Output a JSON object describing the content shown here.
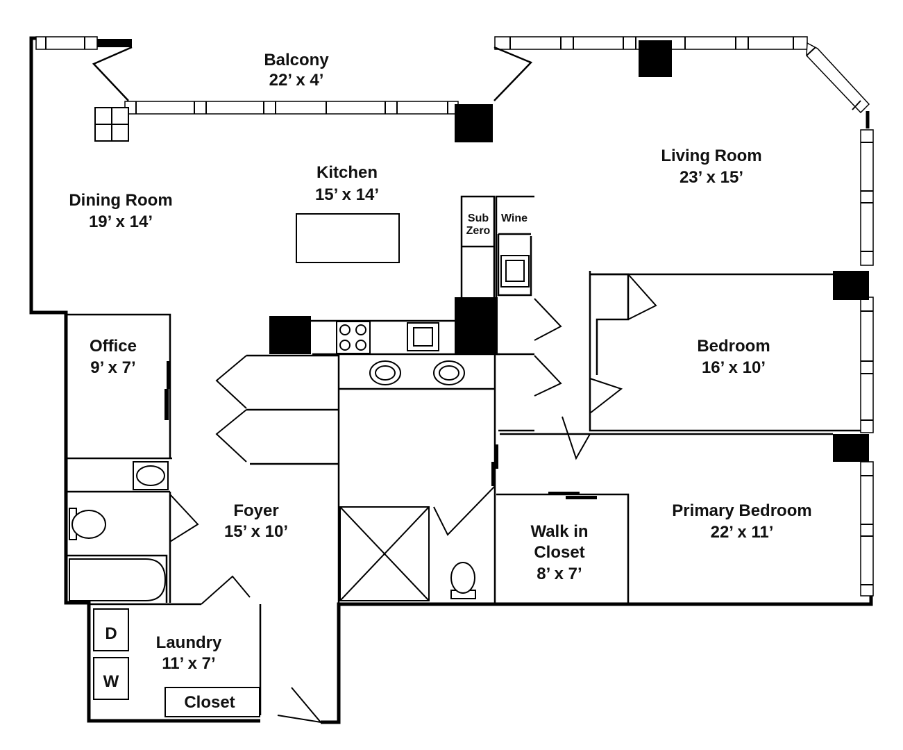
{
  "rooms": {
    "balcony": {
      "name": "Balcony",
      "size": "22’ x 4’"
    },
    "kitchen": {
      "name": "Kitchen",
      "size": "15’ x 14’"
    },
    "living": {
      "name": "Living Room",
      "size": "23’ x 15’"
    },
    "dining": {
      "name": "Dining Room",
      "size": "19’ x 14’"
    },
    "office": {
      "name": "Office",
      "size": "9’ x 7’"
    },
    "bedroom": {
      "name": "Bedroom",
      "size": "16’ x 10’"
    },
    "foyer": {
      "name": "Foyer",
      "size": "15’ x 10’"
    },
    "walkin": {
      "name_line1": "Walk in",
      "name_line2": "Closet",
      "size": "8’ x 7’"
    },
    "primary": {
      "name": "Primary Bedroom",
      "size": "22’ x 11’"
    },
    "laundry": {
      "name": "Laundry",
      "size": "11’ x 7’"
    },
    "closet": {
      "name": "Closet"
    }
  },
  "fixtures": {
    "subzero_line1": "Sub",
    "subzero_line2": "Zero",
    "wine": "Wine",
    "dryer": "D",
    "washer": "W"
  }
}
